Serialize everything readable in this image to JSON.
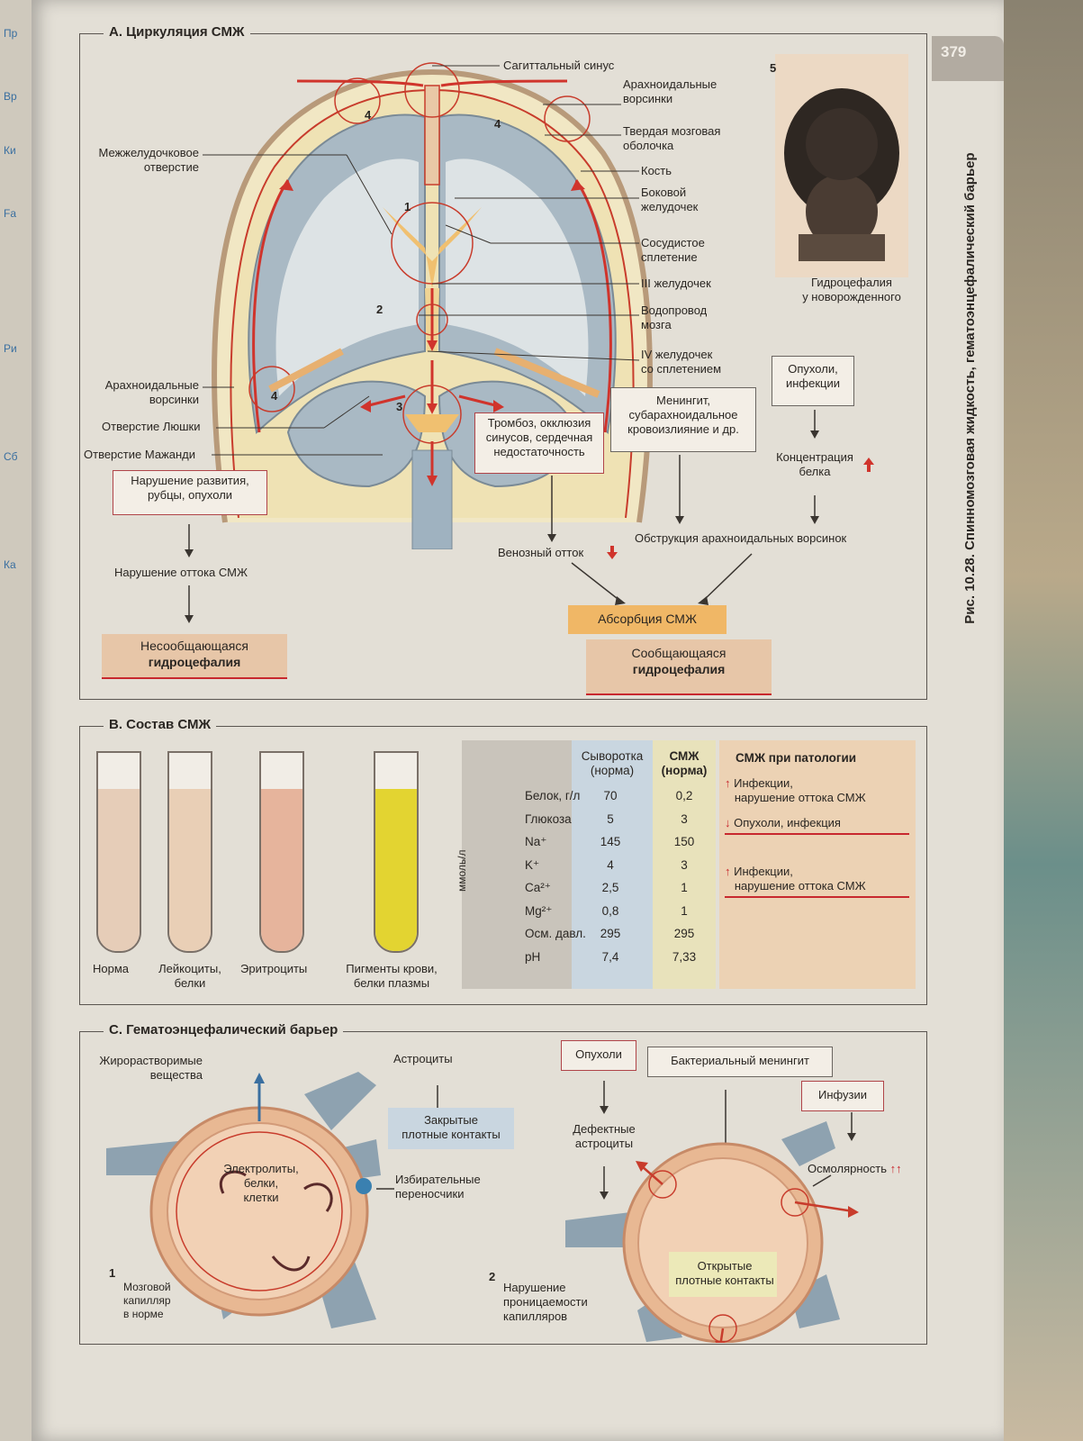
{
  "page_number": "379",
  "side_caption": "Рис. 10.28.  Спинномозговая жидкость, гематоэнцефалический барьер",
  "section_a": {
    "title": "А. Циркуляция СМЖ",
    "labels": {
      "sagittal_sinus": "Сагиттальный синус",
      "arach_villi_1": "Арахноидальные",
      "arach_villi_2": "ворсинки",
      "dura_1": "Твердая мозговая",
      "dura_2": "оболочка",
      "bone": "Кость",
      "lat_vent_1": "Боковой",
      "lat_vent_2": "желудочек",
      "plexus_1": "Сосудистое",
      "plexus_2": "сплетение",
      "third_vent": "III желудочек",
      "aqueduct_1": "Водопровод",
      "aqueduct_2": "мозга",
      "fourth_vent_1": "IV желудочек",
      "fourth_vent_2": "со сплетением",
      "interventricular_1": "Межжелудочковое",
      "interventricular_2": "отверстие",
      "left_villi_1": "Арахноидальные",
      "left_villi_2": "ворсинки",
      "luschka": "Отверстие Люшки",
      "magendie": "Отверстие Мажанди"
    },
    "numbers": [
      "1",
      "2",
      "3",
      "4",
      "4",
      "4",
      "5"
    ],
    "photo_caption_1": "Гидроцефалия",
    "photo_caption_2": "у новорожденного",
    "flow": {
      "dev_box_1": "Нарушение развития,",
      "dev_box_2": "рубцы, опухоли",
      "outflow": "Нарушение оттока СМЖ",
      "noncomm_1": "Несообщающаяся",
      "noncomm_2": "гидроцефалия",
      "thrombosis_1": "Тромбоз, окклюзия",
      "thrombosis_2": "синусов, сердечная",
      "thrombosis_3": "недостаточность",
      "meningitis_1": "Менингит,",
      "meningitis_2": "субарахноидальное",
      "meningitis_3": "кровоизлияние и др.",
      "tumors_1": "Опухоли,",
      "tumors_2": "инфекции",
      "protein_1": "Концентрация",
      "protein_2": "белка",
      "venous": "Венозный отток",
      "obstruction": "Обструкция арахноидальных ворсинок",
      "absorption": "Абсорбция СМЖ",
      "comm_1": "Сообщающаяся",
      "comm_2": "гидроцефалия"
    }
  },
  "section_b": {
    "title": "B. Состав СМЖ",
    "tubes": [
      {
        "label_1": "Норма",
        "label_2": "",
        "color": "#e6cdb8"
      },
      {
        "label_1": "Лейкоциты,",
        "label_2": "белки",
        "color": "#e9cfb6"
      },
      {
        "label_1": "Эритроциты",
        "label_2": "",
        "color": "#e6b49c"
      },
      {
        "label_1": "Пигменты крови,",
        "label_2": "белки плазмы",
        "color": "#e3d431"
      }
    ],
    "table": {
      "col_serum_1": "Сыворотка",
      "col_serum_2": "(норма)",
      "col_csf_1": "СМЖ",
      "col_csf_2": "(норма)",
      "col_path": "СМЖ при патологии",
      "unit": "ммоль/л",
      "rows": [
        {
          "name": "Белок, г/л",
          "serum": "70",
          "csf": "0,2"
        },
        {
          "name": "Глюкоза",
          "serum": "5",
          "csf": "3"
        },
        {
          "name": "Na⁺",
          "serum": "145",
          "csf": "150"
        },
        {
          "name": "K⁺",
          "serum": "4",
          "csf": "3"
        },
        {
          "name": "Ca²⁺",
          "serum": "2,5",
          "csf": "1"
        },
        {
          "name": "Mg²⁺",
          "serum": "0,8",
          "csf": "1"
        },
        {
          "name": "Осм. давл.",
          "serum": "295",
          "csf": "295"
        },
        {
          "name": "pH",
          "serum": "7,4",
          "csf": "7,33"
        }
      ],
      "path_1a": "Инфекции,",
      "path_1b": "нарушение оттока СМЖ",
      "path_2": "Опухоли, инфекция",
      "path_3a": "Инфекции,",
      "path_3b": "нарушение оттока СМЖ"
    }
  },
  "section_c": {
    "title": "C. Гематоэнцефалический барьер",
    "lipid_1": "Жирорастворимые",
    "lipid_2": "вещества",
    "astro": "Астроциты",
    "tight_1": "Закрытые",
    "tight_2": "плотные контакты",
    "electrolytes_1": "Электролиты,",
    "electrolytes_2": "белки,",
    "electrolytes_3": "клетки",
    "carriers_1": "Избирательные",
    "carriers_2": "переносчики",
    "num_1": "1",
    "capillary_1": "Мозговой",
    "capillary_2": "капилляр",
    "capillary_3": "в норме",
    "num_2": "2",
    "perm_1": "Нарушение",
    "perm_2": "проницаемости",
    "perm_3": "капилляров",
    "tumors": "Опухоли",
    "bact": "Бактериальный менингит",
    "infusions": "Инфузии",
    "defect_1": "Дефектные",
    "defect_2": "астроциты",
    "osm": "Осмолярность",
    "open_1": "Открытые",
    "open_2": "плотные контакты"
  }
}
